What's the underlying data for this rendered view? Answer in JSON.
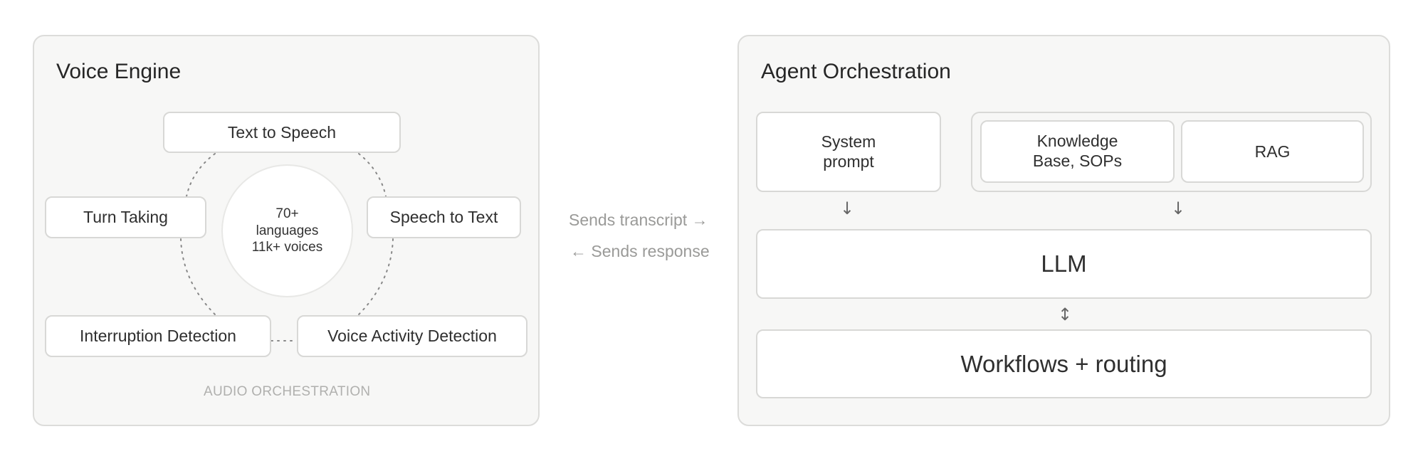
{
  "voice_engine": {
    "title": "Voice Engine",
    "tts": "Text to Speech",
    "turn_taking": "Turn Taking",
    "stt": "Speech to Text",
    "interruption": "Interruption Detection",
    "vad": "Voice Activity Detection",
    "center": {
      "line1": "70+",
      "line2": "languages",
      "line3": "11k+ voices"
    },
    "footer": "AUDIO ORCHESTRATION"
  },
  "connector": {
    "send_transcript": "Sends transcript →",
    "send_response": "← Sends response"
  },
  "agent_orchestration": {
    "title": "Agent Orchestration",
    "system_prompt": "System prompt",
    "knowledge_base": "Knowledge Base, SOPs",
    "rag": "RAG",
    "arrow_down": "↓",
    "llm": "LLM",
    "arrow_updown": "↕",
    "workflows": "Workflows + routing"
  }
}
